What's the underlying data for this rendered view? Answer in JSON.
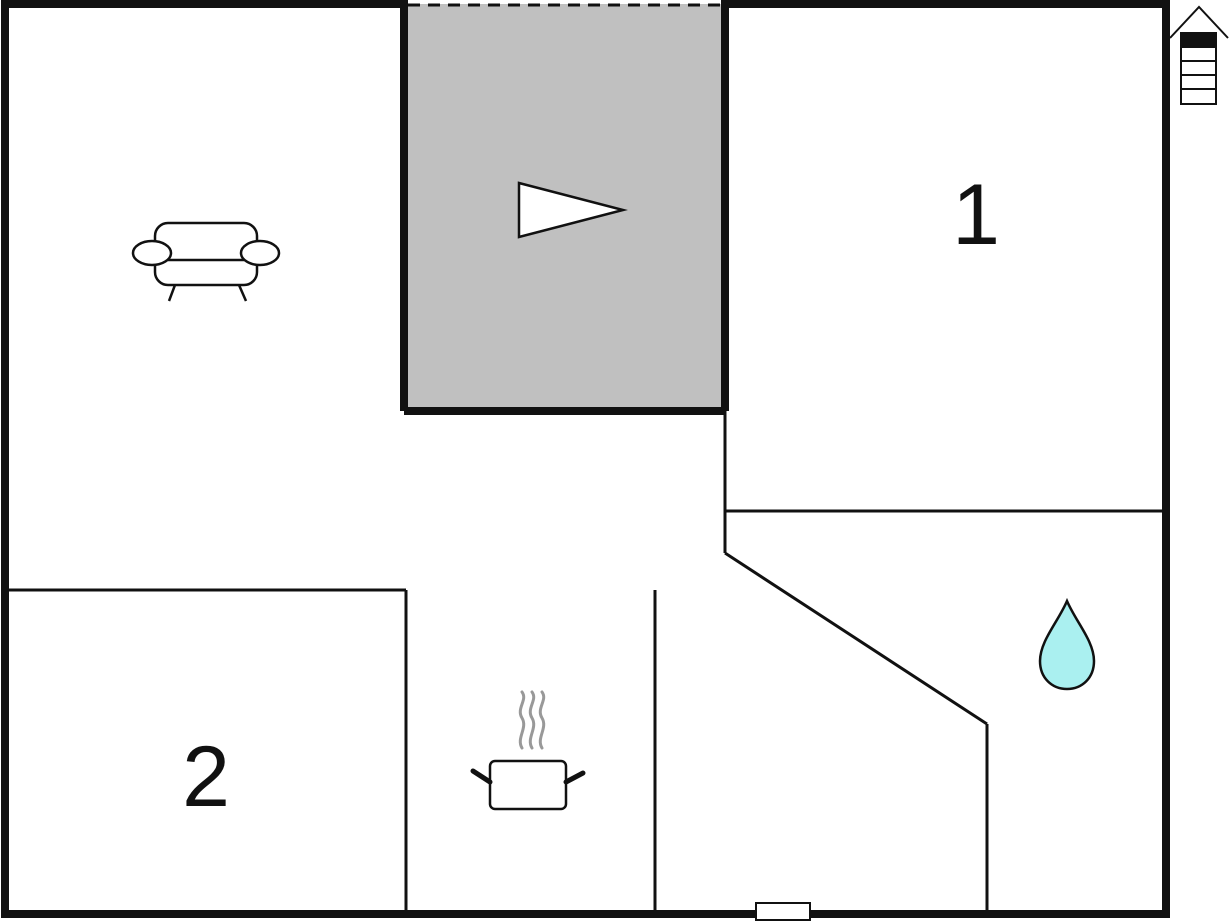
{
  "floorplan": {
    "rooms": [
      {
        "id": "bedroom-1",
        "label": "1"
      },
      {
        "id": "bedroom-2",
        "label": "2"
      }
    ],
    "icons": {
      "living_room": "sofa-icon",
      "terrace": "terrace-arrow-icon",
      "kitchen": "cooking-pot-icon",
      "bathroom": "water-drop-icon",
      "floor_indicator": "house-floor-icon",
      "entrance": "entrance-door-icon"
    },
    "colors": {
      "wall": "#111111",
      "terrace_fill": "#c0c0c0",
      "water_drop": "#aaf0f0",
      "steam": "#999999"
    }
  }
}
